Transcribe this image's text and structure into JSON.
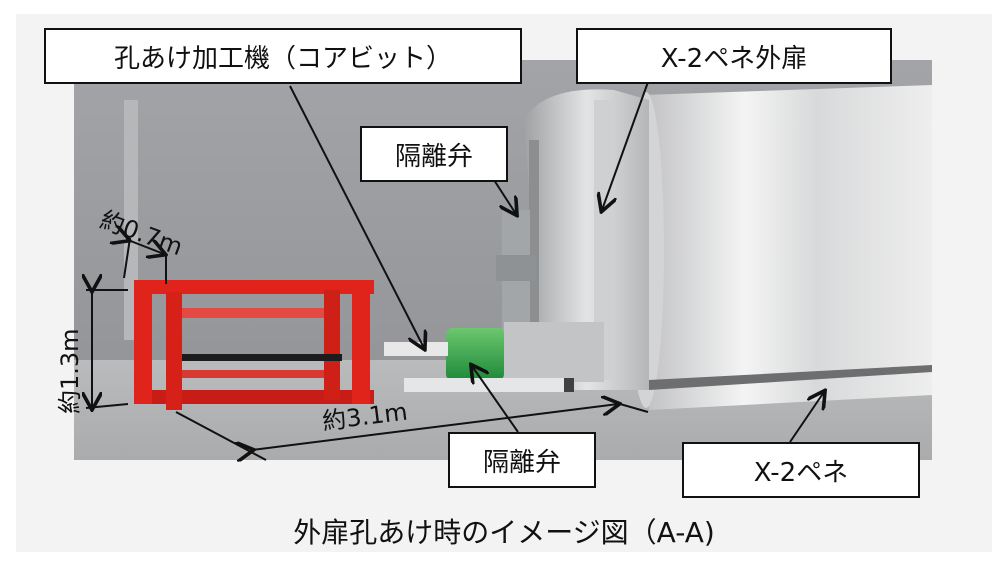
{
  "labels": {
    "core_bit_machine": "孔あけ加工機（コアビット）",
    "outer_door": "X-2ペネ外扉",
    "isolation_valve_top": "隔離弁",
    "isolation_valve_bottom": "隔離弁",
    "penetration": "X-2ペネ"
  },
  "dimensions": {
    "width": "約0.7m",
    "height": "約1.3m",
    "length": "約3.1m"
  },
  "caption": "外扉孔あけ時のイメージ図（A-A)",
  "colors": {
    "frame_red": "#e0241c",
    "valve_green": "#2fa84a",
    "penetration_gray": "#c9cacb",
    "background_gray": "#9ea0a3"
  }
}
